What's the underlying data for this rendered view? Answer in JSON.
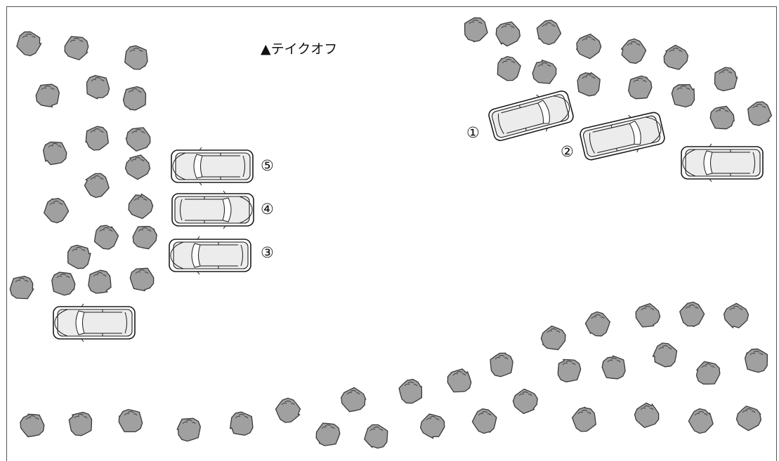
{
  "title": "▲テイクオフ",
  "car_labels": [
    "①",
    "②",
    "③",
    "④",
    "⑤"
  ],
  "icons": {
    "tree": "tree-icon",
    "car": "car-icon"
  },
  "colors": {
    "tree_fill": "#a0a0a0",
    "car_fill": "#ececec",
    "outline": "#1a1a1a"
  }
}
